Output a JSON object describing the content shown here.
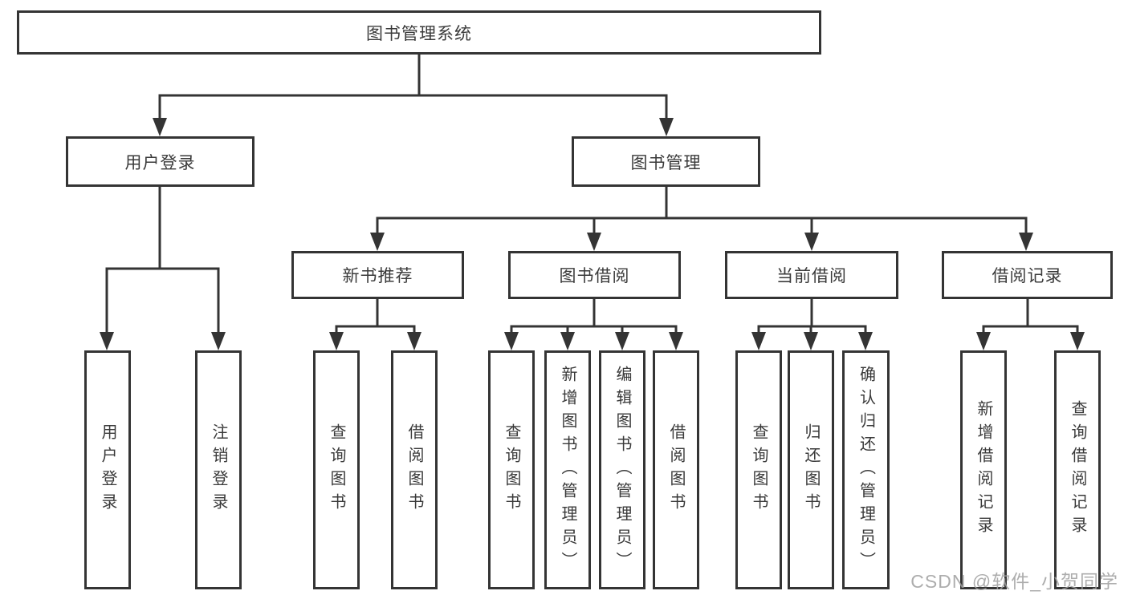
{
  "diagram_type": "hierarchy-tree",
  "colors": {
    "line": "#343434",
    "box_border": "#343434",
    "text": "#3a3a3a",
    "watermark": "#9f9f9f",
    "background": "#ffffff"
  },
  "tree": {
    "label": "图书管理系统",
    "children": [
      {
        "label": "用户登录",
        "children": [
          {
            "label": "用户登录"
          },
          {
            "label": "注销登录"
          }
        ]
      },
      {
        "label": "图书管理",
        "children": [
          {
            "label": "新书推荐",
            "children": [
              {
                "label": "查询图书"
              },
              {
                "label": "借阅图书"
              }
            ]
          },
          {
            "label": "图书借阅",
            "children": [
              {
                "label": "查询图书"
              },
              {
                "label": "新增图书（管理员）"
              },
              {
                "label": "编辑图书（管理员）"
              },
              {
                "label": "借阅图书"
              }
            ]
          },
          {
            "label": "当前借阅",
            "children": [
              {
                "label": "查询图书"
              },
              {
                "label": "归还图书"
              },
              {
                "label": "确认归还（管理员）"
              }
            ]
          },
          {
            "label": "借阅记录",
            "children": [
              {
                "label": "新增借阅记录"
              },
              {
                "label": "查询借阅记录"
              }
            ]
          }
        ]
      }
    ]
  },
  "watermark": {
    "text": "CSDN @软件_小贺同学"
  }
}
